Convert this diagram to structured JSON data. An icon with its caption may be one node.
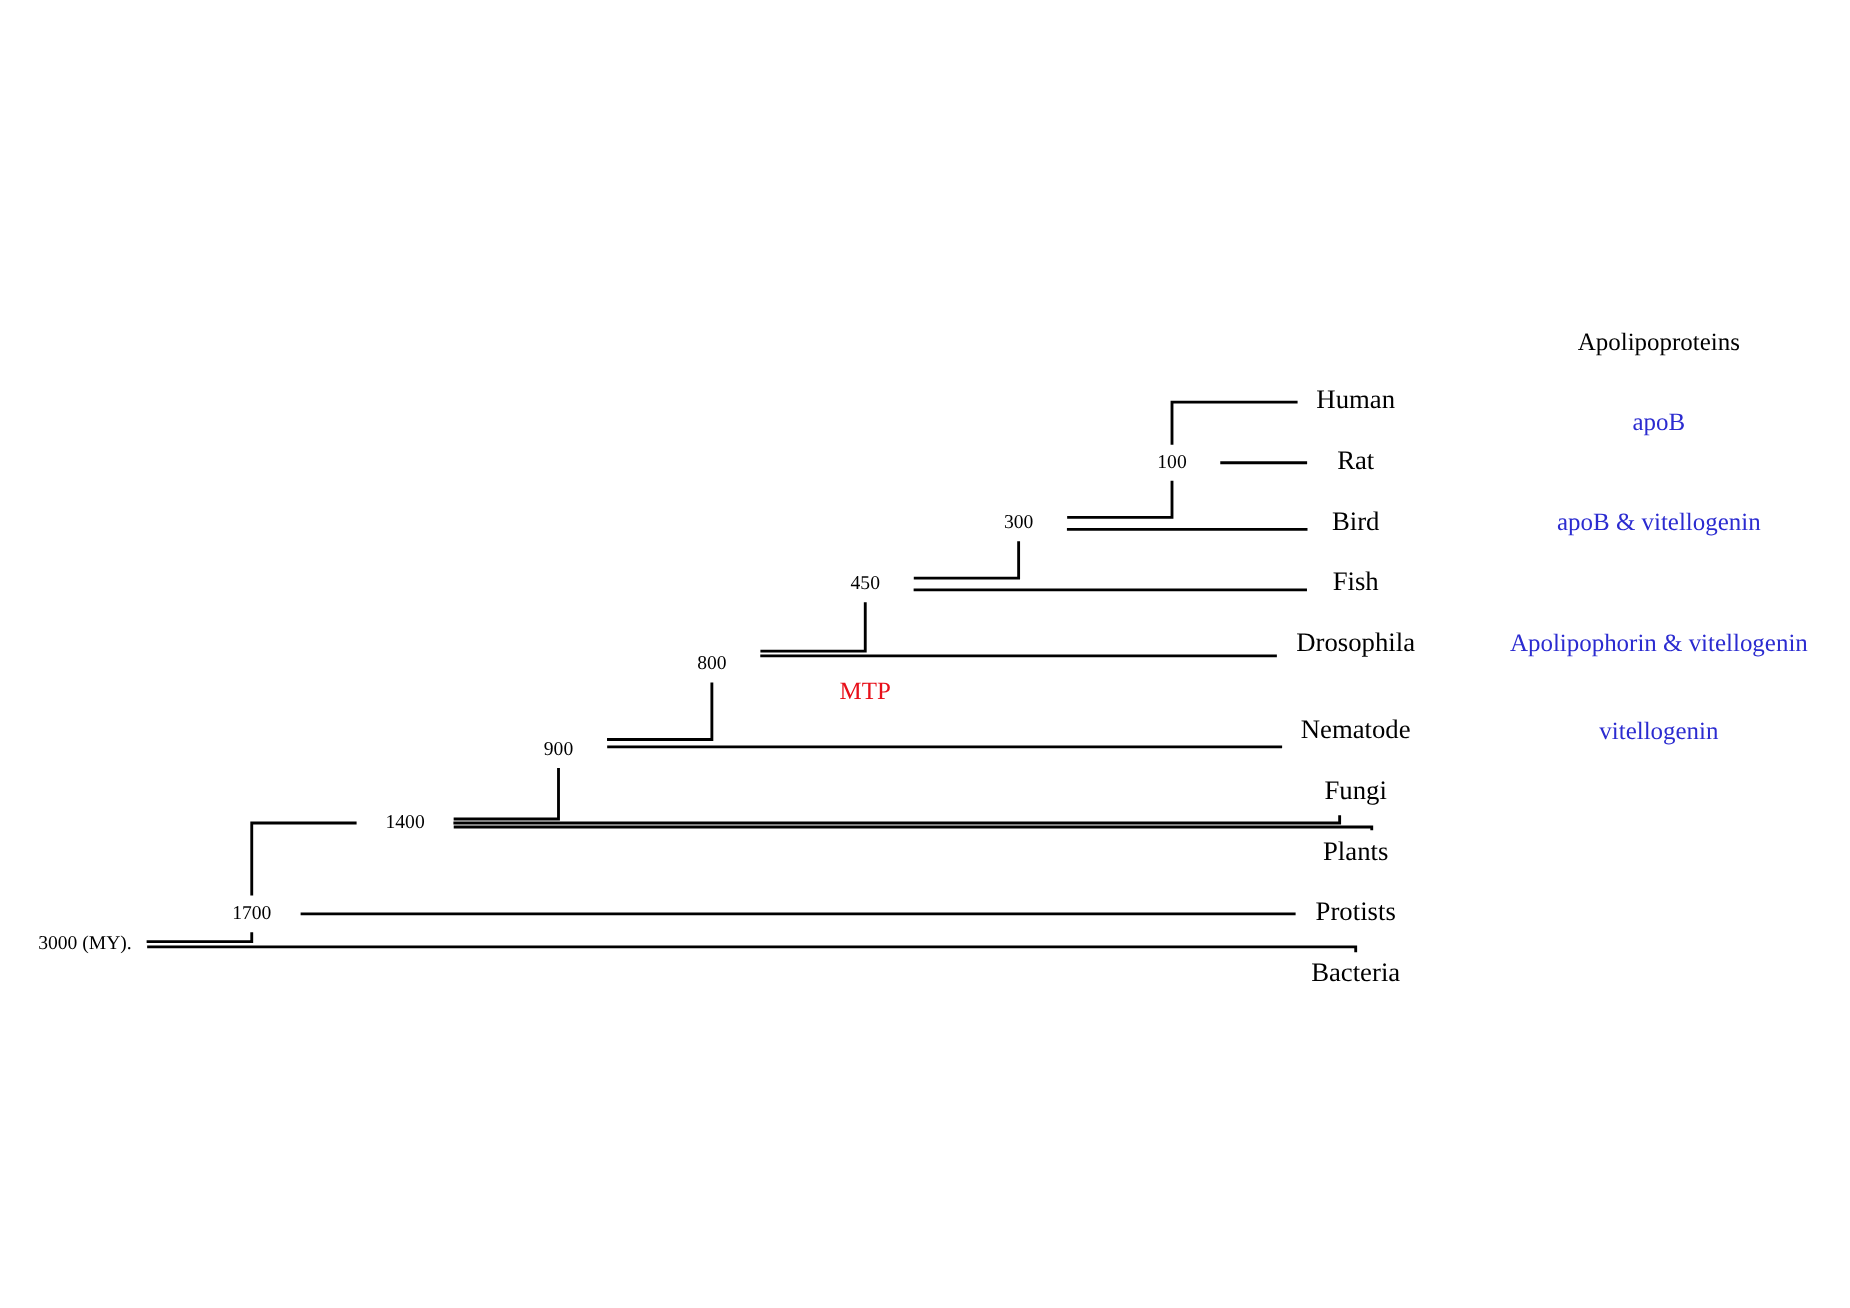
{
  "diagram": {
    "nodes": [
      {
        "text": [
          "3000 (MY)."
        ]
      },
      {
        "text": [
          "1700"
        ]
      },
      {
        "text": [
          "1400"
        ]
      },
      {
        "text": [
          "900"
        ]
      },
      {
        "text": [
          "800"
        ]
      },
      {
        "text": [
          "450"
        ]
      },
      {
        "text": [
          "300"
        ]
      },
      {
        "text": [
          "100"
        ]
      },
      {
        "text": [
          "Human"
        ]
      },
      {
        "text": [
          "Rat"
        ]
      },
      {
        "text": [
          "Bird"
        ]
      },
      {
        "text": [
          "Fish"
        ]
      },
      {
        "text": [
          "Drosophila"
        ]
      },
      {
        "text": [
          "Nematode"
        ]
      },
      {
        "text": [
          "Fungi"
        ]
      },
      {
        "text": [
          "Plants"
        ]
      },
      {
        "text": [
          "Protists"
        ]
      },
      {
        "text": [
          "Bacteria"
        ]
      }
    ],
    "edges": [
      {
        "from": 0,
        "to": 1,
        "arrow": "none"
      },
      {
        "from": 0,
        "to": 17,
        "arrow": "none"
      },
      {
        "from": 1,
        "to": 2,
        "arrow": "none"
      },
      {
        "from": 1,
        "to": 16,
        "arrow": "none"
      },
      {
        "from": 2,
        "to": 3,
        "arrow": "none"
      },
      {
        "from": 2,
        "to": 14,
        "arrow": "none"
      },
      {
        "from": 2,
        "to": 15,
        "arrow": "none"
      },
      {
        "from": 3,
        "to": 4,
        "arrow": "none"
      },
      {
        "from": 3,
        "to": 13,
        "arrow": "none"
      },
      {
        "from": 4,
        "to": 5,
        "arrow": "none"
      },
      {
        "from": 4,
        "to": 12,
        "arrow": "none"
      },
      {
        "from": 5,
        "to": 6,
        "arrow": "none"
      },
      {
        "from": 5,
        "to": 11,
        "arrow": "none"
      },
      {
        "from": 6,
        "to": 7,
        "arrow": "none"
      },
      {
        "from": 6,
        "to": 10,
        "arrow": "none"
      },
      {
        "from": 7,
        "to": 8,
        "arrow": "none"
      },
      {
        "from": 7,
        "to": 9,
        "arrow": "none"
      }
    ],
    "labels": [
      "Apolipoproteins",
      "MTP",
      "apoB",
      "apoB & vitellogenin",
      "Apolipophorin & vitellogenin",
      "vitellogenin"
    ]
  }
}
